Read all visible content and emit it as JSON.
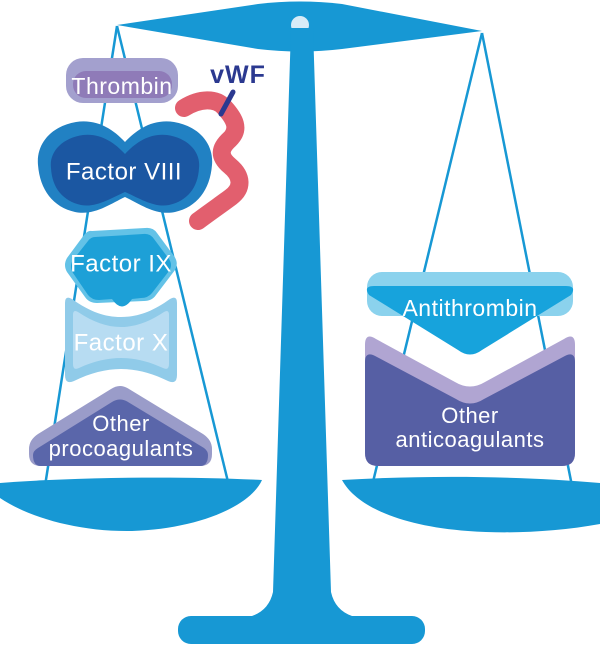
{
  "diagram_type": "balance-scale-illustration",
  "topic": "Coagulation balance: procoagulants vs anticoagulants",
  "labels": {
    "thrombin": "Thrombin",
    "factor_viii": "Factor VIII",
    "vwf": "vWF",
    "factor_ix": "Factor IX",
    "factor_x": "Factor X",
    "other_procoagulants_line1": "Other",
    "other_procoagulants_line2": "procoagulants",
    "antithrombin": "Antithrombin",
    "other_anticoagulants_line1": "Other",
    "other_anticoagulants_line2": "anticoagulants"
  },
  "left_pan_items": [
    "Thrombin",
    "Factor VIII",
    "vWF",
    "Factor IX",
    "Factor X",
    "Other procoagulants"
  ],
  "right_pan_items": [
    "Antithrombin",
    "Other anticoagulants"
  ],
  "colors": {
    "scale_blue": "#1798d4",
    "pivot_light": "#d8ebf7",
    "thrombin_outer": "#a3a0ce",
    "thrombin_inner": "#8f7bb8",
    "factor8_outer": "#2181c3",
    "factor8_inner": "#1b57a2",
    "vwf_ribbon_red": "#e25f6e",
    "vwf_text_navy": "#2b3990",
    "factor9_outer": "#63c2e7",
    "factor9_inner": "#1da0d7",
    "factor10_outer": "#90cbe9",
    "factor10_inner": "#b7dcf2",
    "procoagulants_outer": "#9a9cc9",
    "procoagulants_inner": "#5a66aa",
    "antithrombin_band": "#8bd2ed",
    "antithrombin_body": "#17a3dc",
    "anticoagulants_outer": "#b0a5d2",
    "anticoagulants_inner": "#565fa4",
    "label_text": "#ffffff"
  }
}
